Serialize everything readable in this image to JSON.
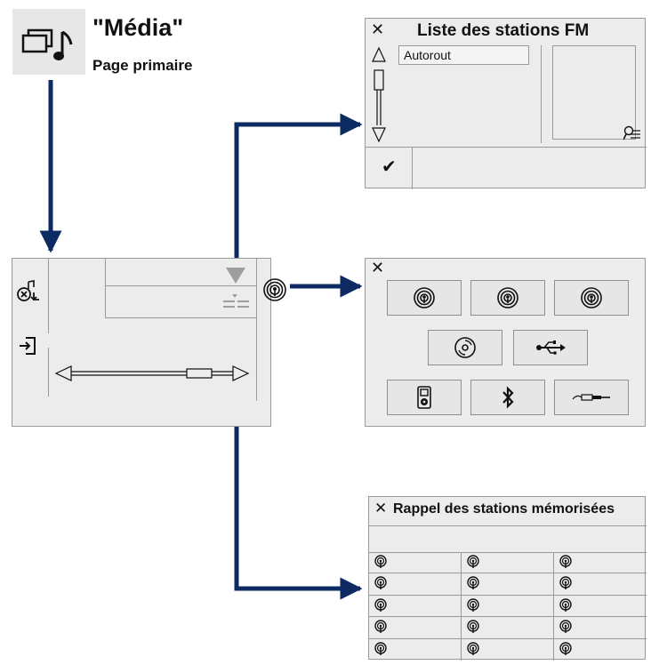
{
  "header": {
    "title": "\"Média\"",
    "subtitle": "Page primaire",
    "icon": "media-music-icon"
  },
  "fm_list_screen": {
    "close_glyph": "✕",
    "title": "Liste des stations FM",
    "selected_item": "Autorout",
    "confirm_glyph": "✔"
  },
  "source_screen": {
    "close_glyph": "✕",
    "row1_icons": [
      "radio-icon",
      "radio-icon",
      "radio-icon"
    ],
    "row2_icons": [
      "cd-icon",
      "usb-icon"
    ],
    "row3_icons": [
      "ipod-icon",
      "bluetooth-icon",
      "aux-jack-icon"
    ]
  },
  "presets_screen": {
    "close_glyph": "✕",
    "title": "Rappel des stations mémorisées",
    "rows": 5,
    "columns": 3
  },
  "colors": {
    "arrow": "#0d2a63",
    "panel": "#ececec",
    "border": "#9a9a9a"
  }
}
